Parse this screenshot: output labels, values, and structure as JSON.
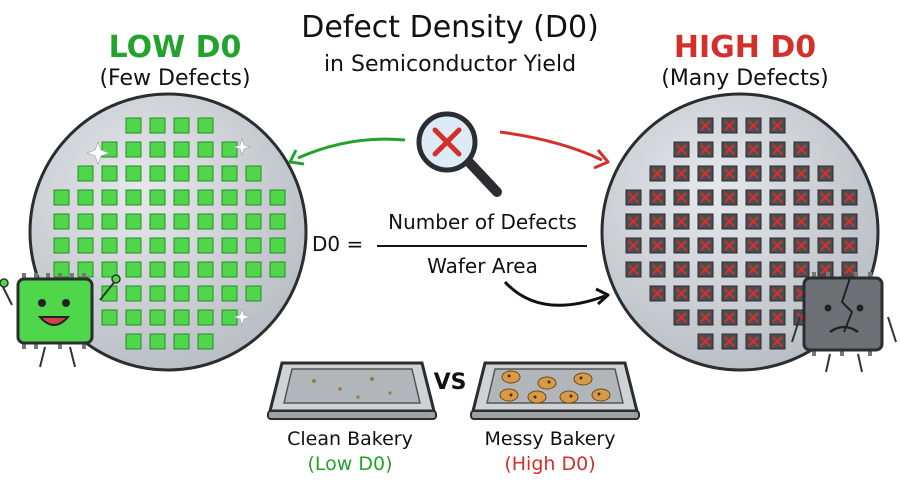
{
  "title": "Defect Density (D0)",
  "subtitle": "in Semiconductor Yield",
  "low": {
    "heading": "LOW D0",
    "subheading": "(Few Defects)"
  },
  "high": {
    "heading": "HIGH D0",
    "subheading": "(Many Defects)"
  },
  "formula": {
    "lhs": "D0 =",
    "numerator": "Number of Defects",
    "denominator": "Wafer Area"
  },
  "compare": {
    "vs": "VS",
    "clean_label": "Clean Bakery",
    "clean_sub": "(Low D0)",
    "messy_label": "Messy Bakery",
    "messy_sub": "(High D0)"
  },
  "colors": {
    "good": "#23a32d",
    "bad": "#d3302c",
    "chip_green": "#4fd64a",
    "chip_dark": "#4a4d52",
    "wafer": "#c9ced3"
  },
  "icons": [
    "magnifier-icon",
    "x-mark-icon",
    "happy-chip-icon",
    "sad-chip-icon",
    "arrow-icon",
    "sparkle-icon"
  ]
}
